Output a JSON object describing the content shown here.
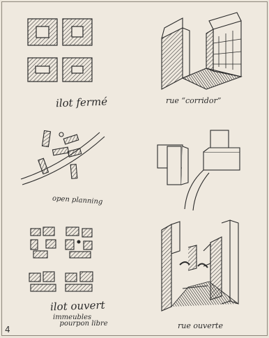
{
  "captions": {
    "ilot_ferme": "ilot fermé",
    "rue_corridor": "rue “corridor”",
    "open_planning": "open planning",
    "ilot_ouvert": "ilot ouvert",
    "immeubles": "immeubles\n   pourpon libre",
    "rue_ouverte": "rue ouverte"
  },
  "page_number": "4",
  "colors": {
    "paper": "#efe9df",
    "ink": "#2a2a2a",
    "frame": "#8e877c"
  }
}
